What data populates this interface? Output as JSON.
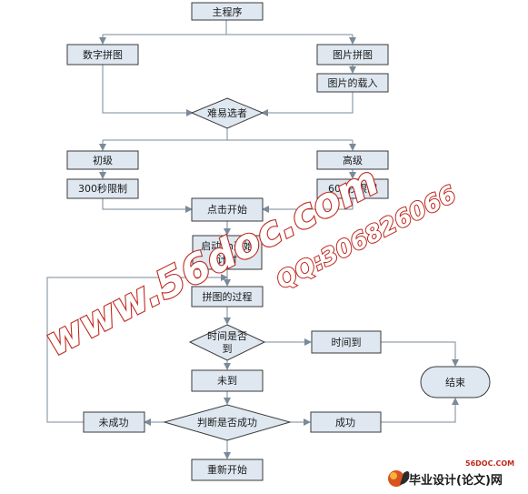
{
  "nodes": {
    "main": "主程序",
    "shuzi": "数字拼图",
    "tupian": "图片拼图",
    "zairu": "图片的载入",
    "nanyi": "难易选者",
    "chuji": "初级",
    "gaoji": "高级",
    "lim300": "300秒限制",
    "lim600": "600秒限制",
    "dianji": "点击开始",
    "timer_l1": "启动Th开始",
    "timer_l2": "计时",
    "guocheng": "拼图的过程",
    "shijian_q1": "时间是否",
    "shijian_q2": "到",
    "shijiandao": "时间到",
    "weidao": "未到",
    "panduan": "判断是否成功",
    "weichenggong": "未成功",
    "chenggong": "成功",
    "jieshu": "结束",
    "chongxin": "重新开始"
  },
  "watermark": {
    "site": "www.56doc.com",
    "qq": "QQ:306826066",
    "logo_small": "56DOC.COM",
    "logo_main": "毕业设计(论文)网"
  },
  "colors": {
    "box_fill": "#dfe8f1",
    "box_stroke": "#3a3a3a",
    "edge": "#7a8a9a",
    "watermark": "#c0281e"
  }
}
